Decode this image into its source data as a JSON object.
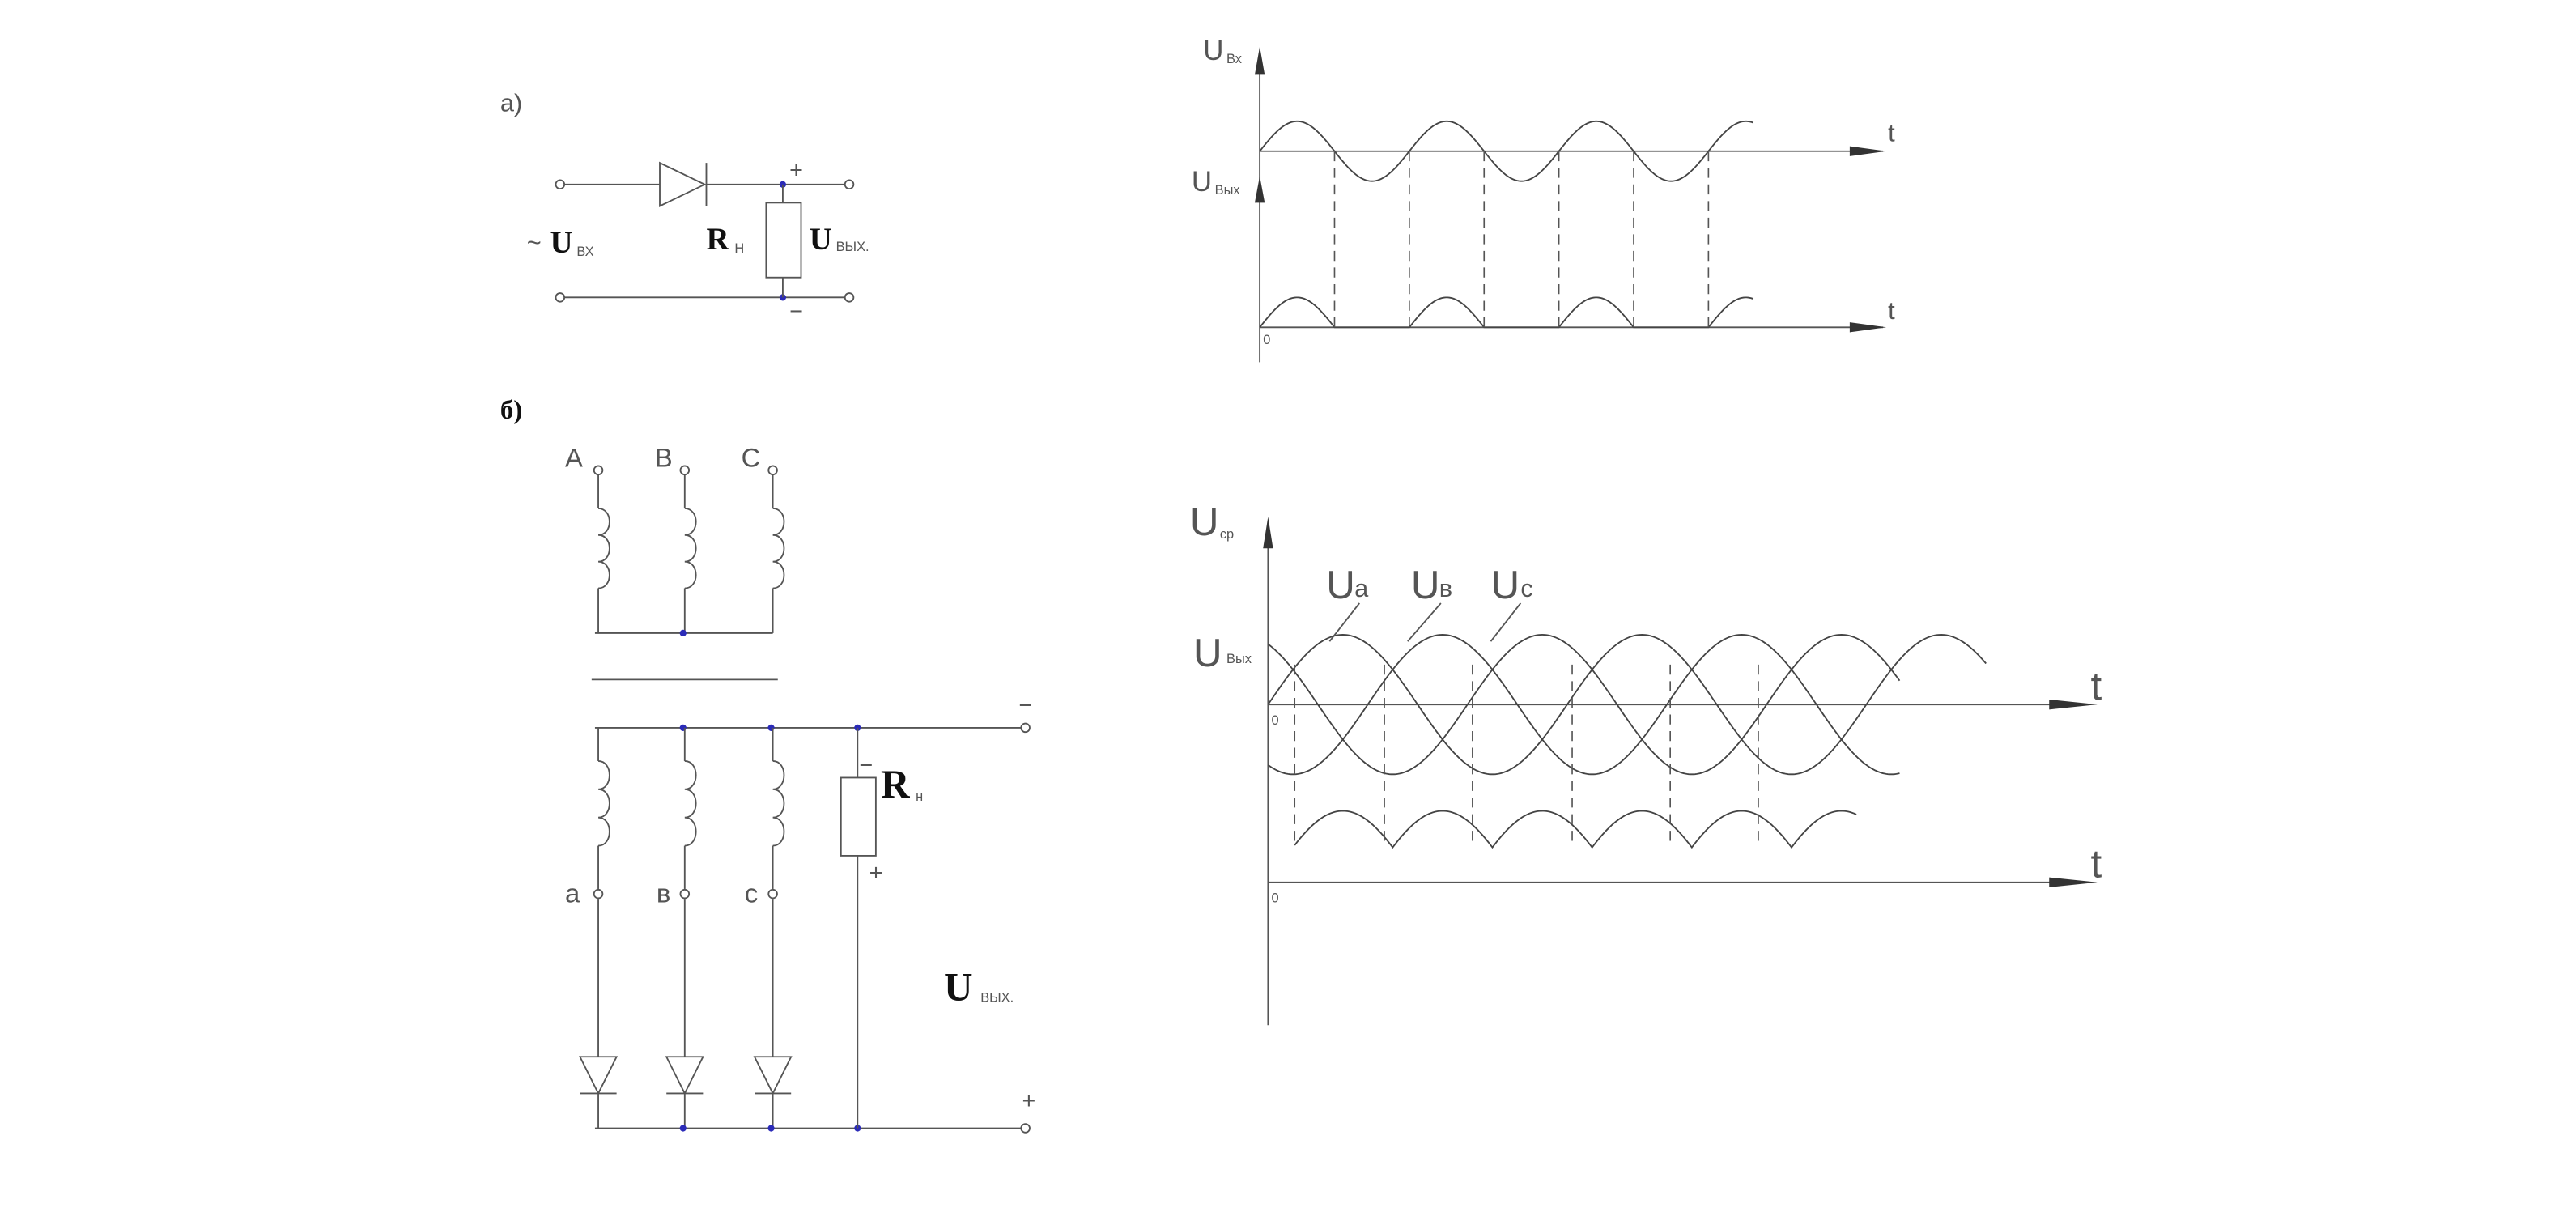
{
  "colors": {
    "line": "#555555",
    "junction": "#2b2bb8",
    "text": "#111111"
  },
  "panel_a": {
    "marker": "а)",
    "input_tilde": "~",
    "input_main": "U",
    "input_sub": "ВХ",
    "load_main": "R",
    "load_sub": "Н",
    "output_main": "U",
    "output_sub": "ВЫХ.",
    "plus": "+",
    "minus": "−"
  },
  "panel_a_plots": {
    "top_axis_main": "U",
    "top_axis_sub": "Вх",
    "bottom_axis_main": "U",
    "bottom_axis_sub": "Вых",
    "t_label_top": "t",
    "t_label_bottom": "t",
    "origin": "0"
  },
  "panel_b": {
    "marker": "б)",
    "primary_labels": [
      "A",
      "B",
      "C"
    ],
    "secondary_labels": [
      "a",
      "в",
      "c"
    ],
    "load_main": "R",
    "load_sub": "н",
    "output_main": "U",
    "output_sub": "ВЫХ.",
    "top_minus": "−",
    "load_minus": "−",
    "load_plus": "+",
    "bottom_plus": "+"
  },
  "panel_b_plots": {
    "axis_main": "U",
    "axis_sub": "ср",
    "output_main": "U",
    "output_sub": "Вых",
    "phase_a_main": "U",
    "phase_a_sub": "a",
    "phase_b_main": "U",
    "phase_b_sub": "в",
    "phase_c_main": "U",
    "phase_c_sub": "c",
    "t_label_top": "t",
    "t_label_bottom": "t",
    "origin_top": "0",
    "origin_bottom": "0"
  },
  "chart_data": [
    {
      "type": "line",
      "series": [
        {
          "name": "UВх",
          "waveform": "sine",
          "periods": 3.3,
          "phase_deg": 0
        }
      ]
    },
    {
      "type": "line",
      "series": [
        {
          "name": "UВых",
          "waveform": "half-wave rectified sine",
          "periods": 3.3
        }
      ]
    },
    {
      "type": "line",
      "series": [
        {
          "name": "Ua",
          "waveform": "sine",
          "phase_deg": 0
        },
        {
          "name": "Uв",
          "waveform": "sine",
          "phase_deg": -120
        },
        {
          "name": "Uc",
          "waveform": "sine",
          "phase_deg": -240
        }
      ]
    },
    {
      "type": "line",
      "series": [
        {
          "name": "UВых",
          "waveform": "three-phase half-wave rectified ripple"
        }
      ]
    }
  ]
}
